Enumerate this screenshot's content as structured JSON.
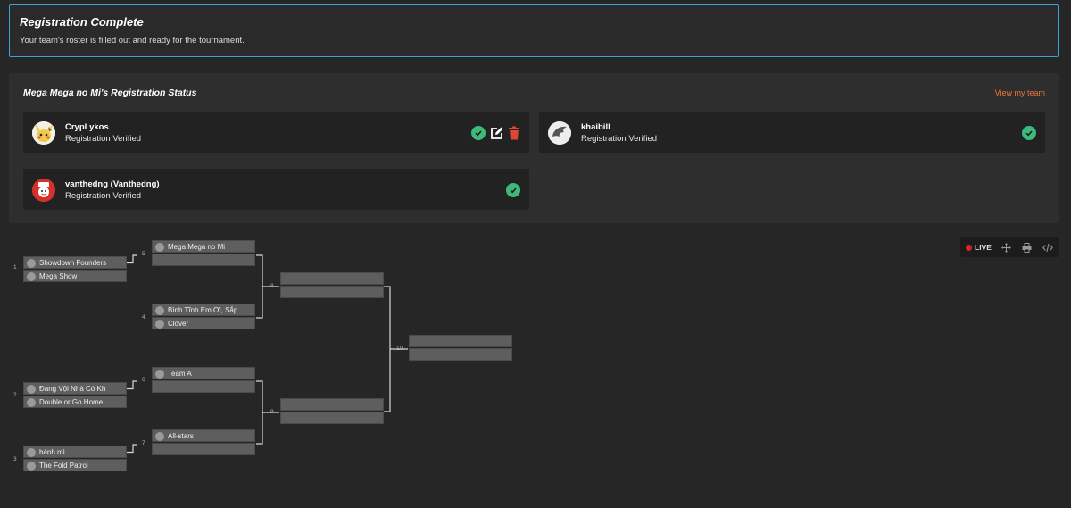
{
  "alert": {
    "title": "Registration Complete",
    "text": "Your team's roster is filled out and ready for the tournament."
  },
  "registration": {
    "title": "Mega Mega no Mi's Registration Status",
    "view_team_label": "View my team",
    "players": [
      {
        "name": "CrypLykos",
        "status": "Registration Verified",
        "avatar_icon": "pikachu-avatar-icon"
      },
      {
        "name": "khaibill",
        "status": "Registration Verified",
        "avatar_icon": "wing-avatar-icon"
      },
      {
        "name": "vanthedng (Vanthedng)",
        "status": "Registration Verified",
        "avatar_icon": "mascot-avatar-icon"
      }
    ]
  },
  "bracket": {
    "matches": [
      {
        "number": "1",
        "teams": [
          "Showdown Founders",
          "Mega Show"
        ]
      },
      {
        "number": "2",
        "teams": [
          "Đang Vội Nhà Có Kh",
          "Double or Go Home"
        ]
      },
      {
        "number": "3",
        "teams": [
          "bánh mì",
          "The Fold Patrol"
        ]
      },
      {
        "number": "5",
        "teams": [
          "Mega Mega no Mi",
          ""
        ]
      },
      {
        "number": "4",
        "teams": [
          "Bình Tĩnh Em Ơi, Sắp",
          "Clover"
        ]
      },
      {
        "number": "6",
        "teams": [
          "Team A",
          ""
        ]
      },
      {
        "number": "7",
        "teams": [
          "All-stars",
          ""
        ]
      },
      {
        "number": "8",
        "teams": [
          "",
          ""
        ]
      },
      {
        "number": "9",
        "teams": [
          "",
          ""
        ]
      },
      {
        "number": "10",
        "teams": [
          "",
          ""
        ]
      }
    ]
  },
  "toolbar": {
    "live_label": "LIVE"
  },
  "colors": {
    "accent_blue": "#3aa4d6",
    "link_orange": "#e8743b",
    "verified_green": "#3dba7a",
    "delete_red": "#e0453a",
    "live_red": "#d9222a"
  }
}
